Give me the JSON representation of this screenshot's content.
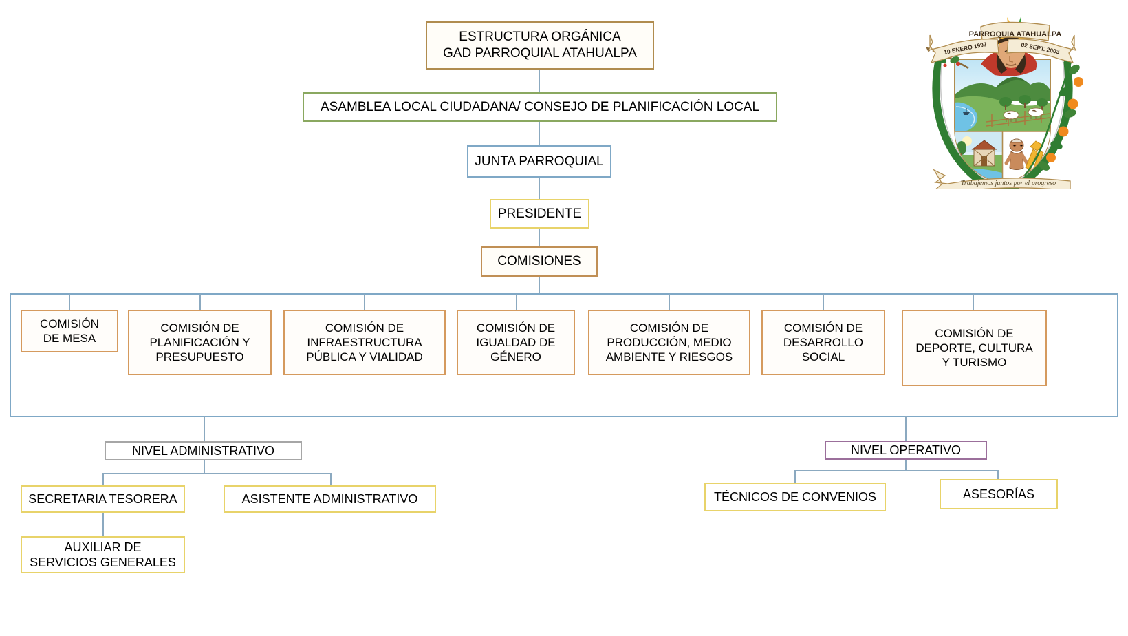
{
  "diagram": {
    "title_box": {
      "line1": "ESTRUCTURA ORGÁNICA",
      "line2": "GAD PARROQUIAL ATAHUALPA",
      "text": "ESTRUCTURA ORGÁNICA\nGAD PARROQUIAL ATAHUALPA",
      "border_color": "#b08c4f"
    },
    "assembly": {
      "text": "ASAMBLEA LOCAL CIUDADANA/ CONSEJO DE PLANIFICACIÓN LOCAL",
      "border_color": "#8aa860"
    },
    "junta": {
      "text": "JUNTA PARROQUIAL",
      "border_color": "#7fa8c6"
    },
    "presidente": {
      "text": "PRESIDENTE",
      "border_color": "#e8d36a"
    },
    "comisiones": {
      "text": "COMISIONES",
      "border_color": "#c08f55"
    },
    "commissions": [
      {
        "text": "COMISIÓN\nDE MESA"
      },
      {
        "text": "COMISIÓN DE\nPLANIFICACIÓN Y\nPRESUPUESTO"
      },
      {
        "text": "COMISIÓN DE\nINFRAESTRUCTURA\nPÚBLICA Y VIALIDAD"
      },
      {
        "text": "COMISIÓN DE\nIGUALDAD DE\nGÉNERO"
      },
      {
        "text": "COMISIÓN DE\nPRODUCCIÓN, MEDIO\nAMBIENTE Y RIESGOS"
      },
      {
        "text": "COMISIÓN DE\nDESARROLLO\nSOCIAL"
      },
      {
        "text": "COMISIÓN DE\nDEPORTE, CULTURA\nY TURISMO"
      }
    ],
    "commissions_border_color": "#d59a5e",
    "nivel_administrativo": {
      "text": "NIVEL ADMINISTRATIVO",
      "border_color": "#a6a6a6",
      "children": [
        {
          "text": "SECRETARIA TESORERA"
        },
        {
          "text": "ASISTENTE ADMINISTRATIVO"
        },
        {
          "text": "AUXILIAR DE\nSERVICIOS GENERALES"
        }
      ]
    },
    "nivel_operativo": {
      "text": "NIVEL OPERATIVO",
      "border_color": "#9b6f9b",
      "children": [
        {
          "text": "TÉCNICOS DE CONVENIOS"
        },
        {
          "text": "ASESORÍAS"
        }
      ]
    },
    "connector_color": "#8ba9c0"
  },
  "crest": {
    "top_banner": "PARROQUIA ATAHUALPA",
    "left_banner": "10 ENERO 1997",
    "right_banner": "02 SEPT. 2003",
    "bottom_banner": "Trabajemos juntos por el progreso"
  }
}
